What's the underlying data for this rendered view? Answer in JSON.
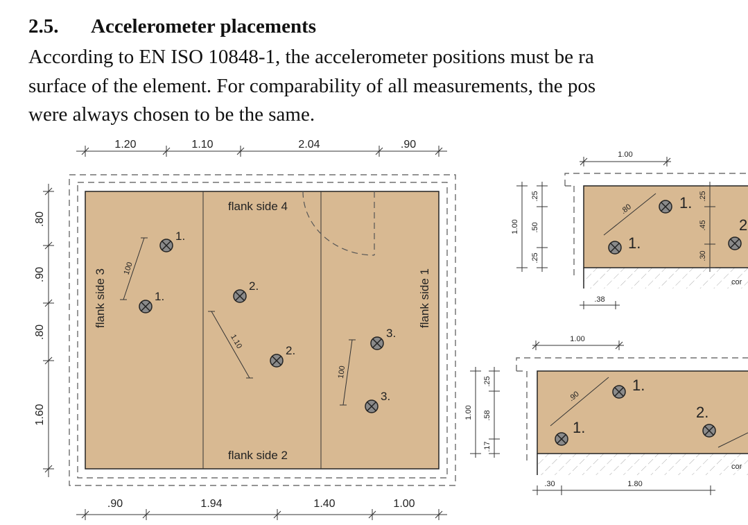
{
  "heading": {
    "number": "2.5.",
    "title": "Accelerometer placements"
  },
  "body_lines": [
    "According to EN ISO 10848-1, the accelerometer positions must be ra",
    "surface of the element. For comparability of all measurements, the pos",
    "were always chosen to be the same."
  ],
  "plan": {
    "top_dims": [
      "1.20",
      "1.10",
      "2.04",
      ".90"
    ],
    "bottom_dims": [
      ".90",
      "1.94",
      "1.40",
      "1.00"
    ],
    "left_dims": [
      ".80",
      ".90",
      ".80",
      "1.60"
    ],
    "flank_labels": [
      "flank side 4",
      "flank side 2",
      "flank side 3",
      "flank side 1"
    ],
    "sensor_labels": [
      "1.",
      "1.",
      "2.",
      "2.",
      "3.",
      "3."
    ],
    "measure_labels": [
      "100",
      "1.10",
      "100"
    ]
  },
  "section_top": {
    "top_dim": "1.00",
    "left_total": "1.00",
    "left_dims": [
      ".25",
      ".50",
      ".25"
    ],
    "inner_dims": [
      ".25",
      ".45",
      ".30"
    ],
    "measure": ".80",
    "bottom_dim": ".38",
    "sensor_labels": [
      "1.",
      "1.",
      "2"
    ],
    "material": "cor"
  },
  "section_bottom": {
    "top_dim": "1.00",
    "left_total": "1.00",
    "left_dims": [
      ".25",
      ".58",
      ".17"
    ],
    "measure": ".90",
    "bottom_dims": [
      ".30",
      "1.80"
    ],
    "sensor_labels": [
      "1.",
      "1.",
      "2."
    ],
    "material": "cor"
  }
}
